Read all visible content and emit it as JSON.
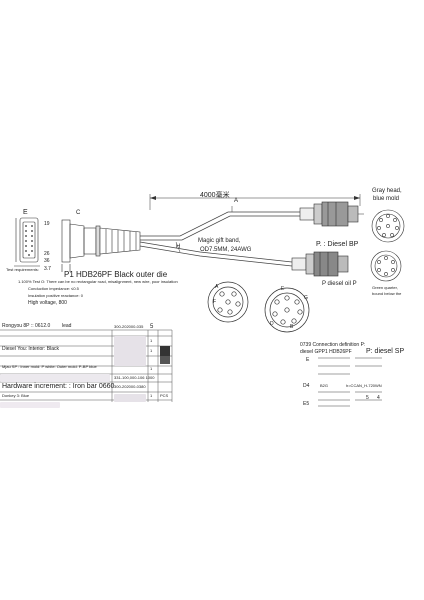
{
  "drawing": {
    "dimension_length": "4000毫米",
    "lead_letter": "E",
    "label_c": "C",
    "label_h": "H",
    "label_a": "A",
    "pin_19": "19",
    "pin_26": "26",
    "pin_36": "36",
    "dim_37": "3.7",
    "test_requirements": "Test requirements:",
    "pf_title": "P1 HDB26PF Black outer die",
    "test_note_1": "1.100% Test O: There can be no rectangular road, misalignment, new wire, poor insulation",
    "test_note_2": "Conduction impedance: ≤0.5",
    "test_note_3": "Insulation positive reactance: 0",
    "test_note_4": "High voltage, 800",
    "magic_gift": "Magic gift band,",
    "cable_spec": "OD7.5MM, 24AWG",
    "diesel_bp": "P. : Diesel BP",
    "diesel_oil": "P diesel oil P",
    "gray_head": "Gray head,",
    "blue_mold": "blue mold",
    "green_quarter": "Green quarter,",
    "bound_below": "bound below the",
    "pin_a": "A",
    "pin_f": "F",
    "pin_e": "E",
    "pin_g": "G",
    "pin_b": "B",
    "pin_d": "D"
  },
  "bom": {
    "row1_label": "Rongyou 8P :: 0612.0",
    "row1_lead": "lead",
    "row1_part": "300-202000-035",
    "row1_qty": "5",
    "row2_qty": "1",
    "row3_label": "Diesel You: Interior: Black",
    "row3_qty": "1",
    "row4_label": "Mjau SP : Inner mold: P white: Outer mold: P-BP blue",
    "row4_qty": "1",
    "row5_part": "331-100,000-106 1000",
    "row6_label": "Hardware increment: : Iron bar 0660",
    "row6_part": "300-202000-0380",
    "row7_label": "Donkey 3: Blue",
    "row7_qty": "1",
    "row7_unit": "PCS"
  },
  "connection": {
    "title": "0739 Connection definition P:",
    "subtitle": "diesel GPP1 HDB26PF",
    "target": "P: diesel SP",
    "e_top": "E",
    "d4": "D4",
    "d4_val_1": "B2G",
    "d4_val_2": "h=CCAN_H-720WN",
    "e5": "E5",
    "n5": "5",
    "n4": "4"
  }
}
